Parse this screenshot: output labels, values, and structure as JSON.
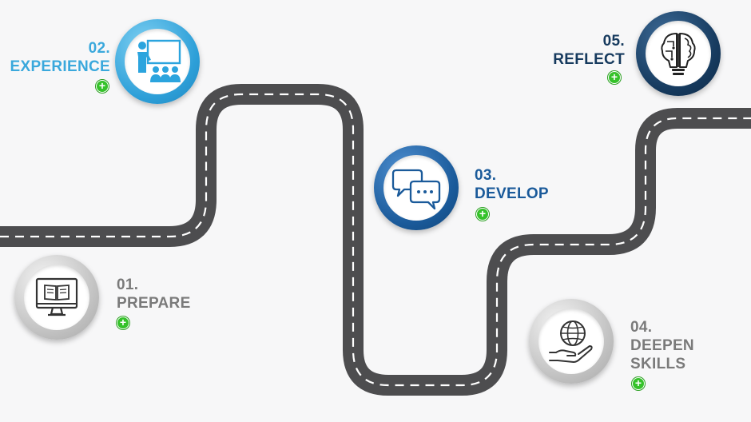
{
  "steps": [
    {
      "number": "01.",
      "title": "PREPARE",
      "icon": "computer-book-icon",
      "color": "#7a7a7a"
    },
    {
      "number": "02.",
      "title": "EXPERIENCE",
      "icon": "presentation-audience-icon",
      "color": "#3aa8dc"
    },
    {
      "number": "03.",
      "title": "DEVELOP",
      "icon": "chat-bubbles-icon",
      "color": "#1a5a9a"
    },
    {
      "number": "04.",
      "title_line1": "DEEPEN",
      "title_line2": "SKILLS",
      "icon": "globe-hand-icon",
      "color": "#7a7a7a"
    },
    {
      "number": "05.",
      "title": "REFLECT",
      "icon": "brain-bulb-icon",
      "color": "#163a5e"
    }
  ],
  "plus_symbol": "+",
  "colors": {
    "road": "#4d4d4f",
    "road_dash": "#ffffff",
    "plus_green": "#35c22a",
    "background": "#f7f7f8"
  }
}
